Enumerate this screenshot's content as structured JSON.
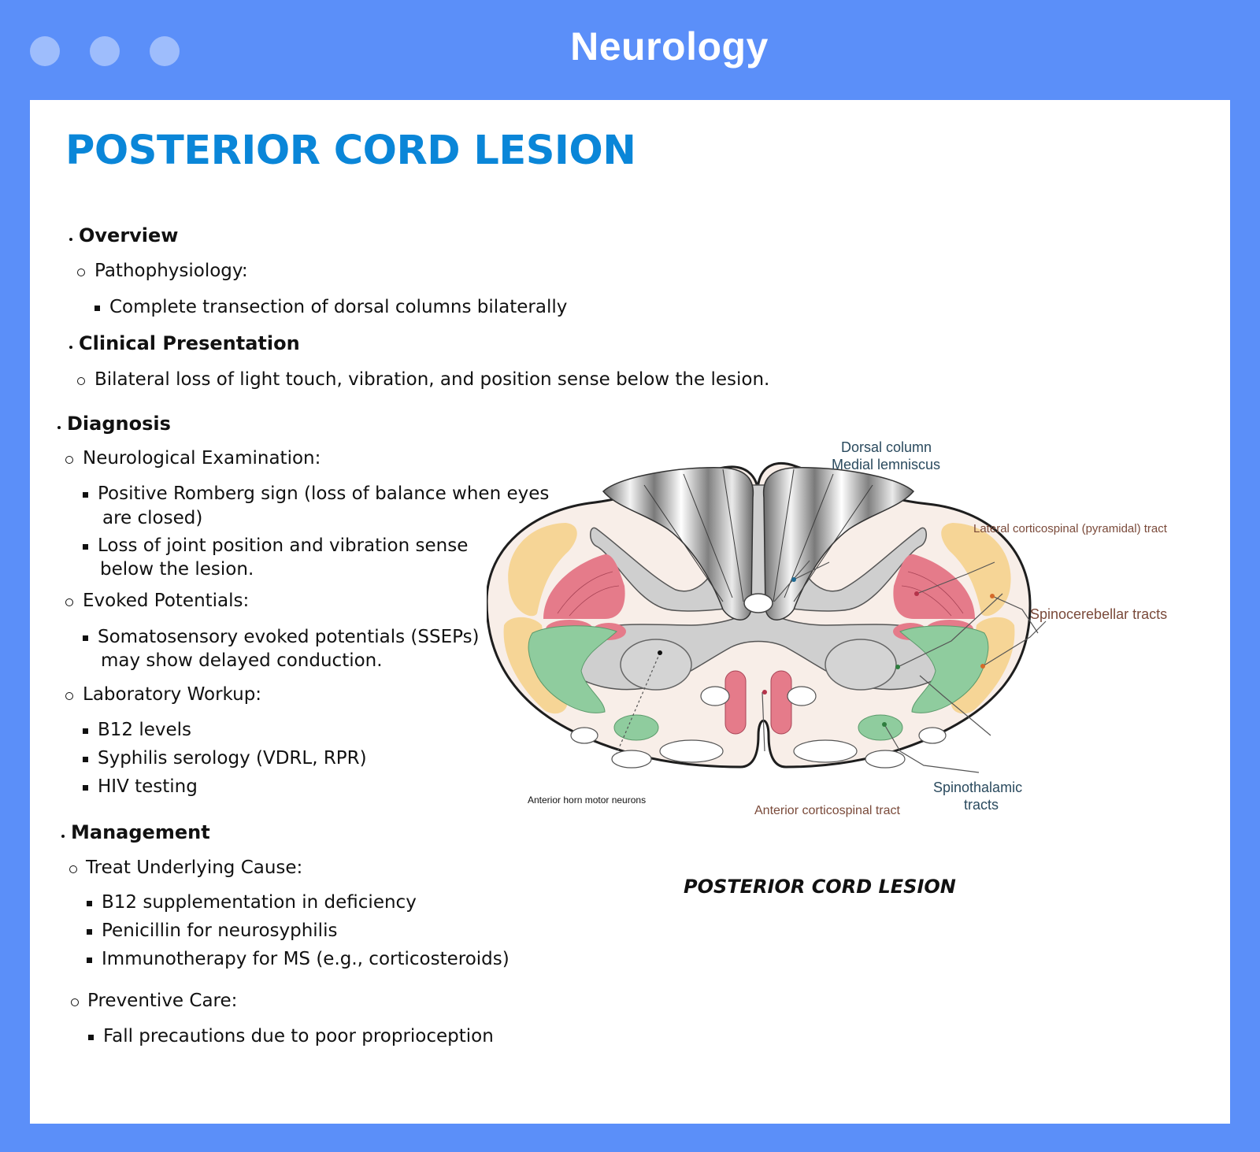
{
  "window": {
    "title": "Neurology",
    "controls": [
      "window-dot",
      "window-dot",
      "window-dot"
    ],
    "colors": {
      "frame": "#5b8ff9",
      "dots": "#9ebdfc"
    }
  },
  "page": {
    "title": "POSTERIOR CORD LESION",
    "title_color": "#0a86d8"
  },
  "outline": {
    "overview": {
      "heading": "Overview",
      "pathophysiology": "Pathophysiology:",
      "pathophysiology_items": [
        "Complete transection of dorsal columns bilaterally"
      ]
    },
    "clinical": {
      "heading": "Clinical Presentation",
      "items": [
        "Bilateral loss of light touch, vibration, and position sense below the lesion."
      ]
    },
    "diagnosis": {
      "heading": "Diagnosis",
      "neuro_exam": "Neurological Examination:",
      "neuro_items": [
        [
          "Positive Romberg sign (loss of balance when eyes",
          "are closed)"
        ],
        [
          "Loss of joint position and vibration sense",
          "below the lesion."
        ]
      ],
      "evoked": "Evoked Potentials:",
      "evoked_items": [
        [
          "Somatosensory evoked potentials (SSEPs)",
          "may show delayed conduction."
        ]
      ],
      "lab": "Laboratory Workup:",
      "lab_items": [
        "B12 levels",
        "Syphilis serology (VDRL, RPR)",
        "HIV testing"
      ]
    },
    "management": {
      "heading": "Management",
      "treat": "Treat Underlying Cause:",
      "treat_items": [
        "B12 supplementation in deficiency",
        "Penicillin for neurosyphilis",
        "Immunotherapy for MS (e.g., corticosteroids)"
      ],
      "preventive": "Preventive Care:",
      "preventive_items": [
        "Fall precautions due to poor proprioception"
      ]
    }
  },
  "figure": {
    "caption": "POSTERIOR CORD LESION",
    "labels": {
      "dorsal_column": "Dorsal column",
      "medial_lemniscus": "Medial lemniscus",
      "lateral_corticospinal": "Lateral corticospinal (pyramidal) tract",
      "spinocerebellar": "Spinocerebellar tracts",
      "spinothalamic_1": "Spinothalamic",
      "spinothalamic_2": "tracts",
      "anterior_corticospinal": "Anterior corticospinal tract",
      "anterior_horn": "Anterior horn motor neurons"
    },
    "colors": {
      "label_dark": "#2a4a5e",
      "label_brown": "#7a4a3a",
      "pyramidal": "#e57b8a",
      "spinocerebellar": "#f6d596",
      "spinothalamic": "#8fcc9e",
      "grey_matter": "#cfcfcf",
      "white_matter": "#f8eee8"
    }
  }
}
